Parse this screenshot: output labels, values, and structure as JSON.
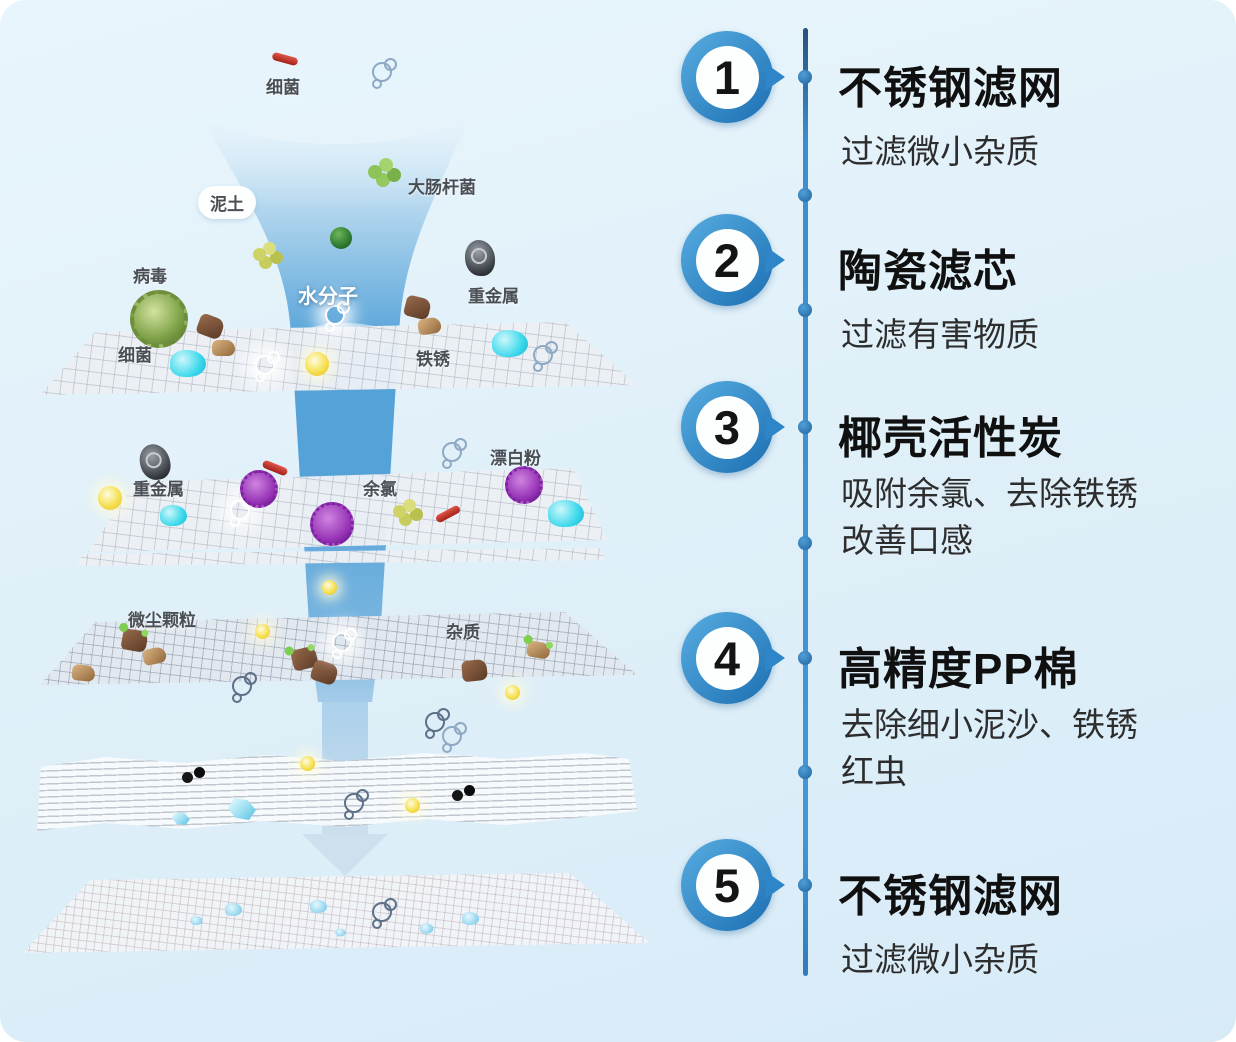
{
  "diagram_title_implicit": "5-stage water filtration process",
  "colors": {
    "background": "#e0f0f9",
    "accent_blue": "#2e86c8",
    "timeline_line": "#3c8ecf",
    "water_blue": "#57a4da",
    "title_text": "#101010",
    "desc_text": "#2d2d2d",
    "label_text": "#4a4f55"
  },
  "illustration": {
    "labels": {
      "top_bacteria": "细菌",
      "ecoli": "大肠杆菌",
      "soil": "泥土",
      "virus": "病毒",
      "water_molecule": "水分子",
      "heavy_metal_top": "重金属",
      "layer1_bacteria": "细菌",
      "layer1_rust": "铁锈",
      "layer2_heavy_metal": "重金属",
      "layer2_chlorine": "余氯",
      "layer2_bleach": "漂白粉",
      "layer3_dust": "微尘颗粒",
      "layer3_impurity": "杂质"
    },
    "icons": {
      "water_flow": "blue funnel narrowing to column with down arrow",
      "virus": "green spiky ball",
      "bacteria": "red rod",
      "ecoli": "green cell cluster",
      "heavy_metal": "dark snail-like blob",
      "rust_sediment": "brown rock",
      "chlorine_bleach": "purple spiky ball",
      "water_molecule": "outlined bubble cluster",
      "mineral": "cyan blob",
      "glow_particle": "yellow glowing dot"
    }
  },
  "steps": [
    {
      "number": "1",
      "title": "不锈钢滤网",
      "desc_lines": [
        "过滤微小杂质"
      ]
    },
    {
      "number": "2",
      "title": "陶瓷滤芯",
      "desc_lines": [
        "过滤有害物质"
      ]
    },
    {
      "number": "3",
      "title": "椰壳活性炭",
      "desc_lines": [
        "吸附余氯、去除铁锈",
        "改善口感"
      ]
    },
    {
      "number": "4",
      "title": "高精度PP棉",
      "desc_lines": [
        "去除细小泥沙、铁锈",
        "红虫"
      ]
    },
    {
      "number": "5",
      "title": "不锈钢滤网",
      "desc_lines": [
        "过滤微小杂质"
      ]
    }
  ]
}
